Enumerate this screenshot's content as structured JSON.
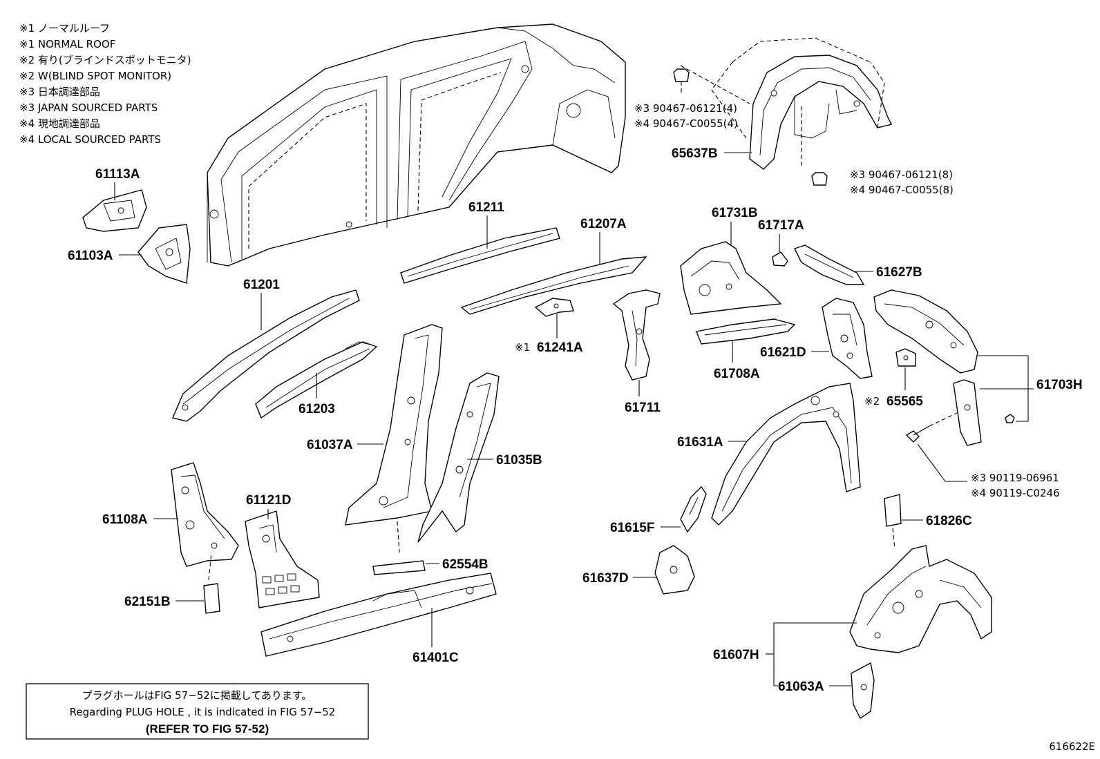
{
  "notes": [
    "※1 ノーマルルーフ",
    "※1 NORMAL ROOF",
    "※2 有り(ブラインドスポットモニタ)",
    "※2 W(BLIND SPOT MONITOR)",
    "※3 日本調達部品",
    "※3 JAPAN SOURCED PARTS",
    "※4 現地調達部品",
    "※4 LOCAL SOURCED PARTS"
  ],
  "labels": {
    "p61113A": "61113A",
    "p61103A": "61103A",
    "p61201": "61201",
    "p61203": "61203",
    "p61211": "61211",
    "p61207A": "61207A",
    "p61241A": "61241A",
    "p61241A_mark": "※1",
    "p61037A": "61037A",
    "p61035B": "61035B",
    "p61108A": "61108A",
    "p61121D": "61121D",
    "p62151B": "62151B",
    "p62554B": "62554B",
    "p61401C": "61401C",
    "p61711": "61711",
    "p61731B": "61731B",
    "p61717A": "61717A",
    "p61627B": "61627B",
    "p61708A": "61708A",
    "p61621D": "61621D",
    "p65565": "65565",
    "p65565_mark": "※2",
    "p61703H": "61703H",
    "p61631A": "61631A",
    "p61615F": "61615F",
    "p61637D": "61637D",
    "p61826C": "61826C",
    "p61607H": "61607H",
    "p61063A": "61063A",
    "p65637B": "65637B",
    "clip_top_3": "※3 90467-06121(4)",
    "clip_top_4": "※4 90467-C0055(4)",
    "clip_bot_3": "※3 90467-06121(8)",
    "clip_bot_4": "※4 90467-C0055(8)",
    "bolt_3": "※3 90119-06961",
    "bolt_4": "※4 90119-C0246"
  },
  "plug_hole_note": {
    "line1": "プラグホールはFIG 57−52に掲載してあります。",
    "line2": "Regarding  PLUG  HOLE , it is indicated in  FIG  57−52",
    "line3": "(REFER TO FIG 57-52)"
  },
  "figure_number": "616622E"
}
